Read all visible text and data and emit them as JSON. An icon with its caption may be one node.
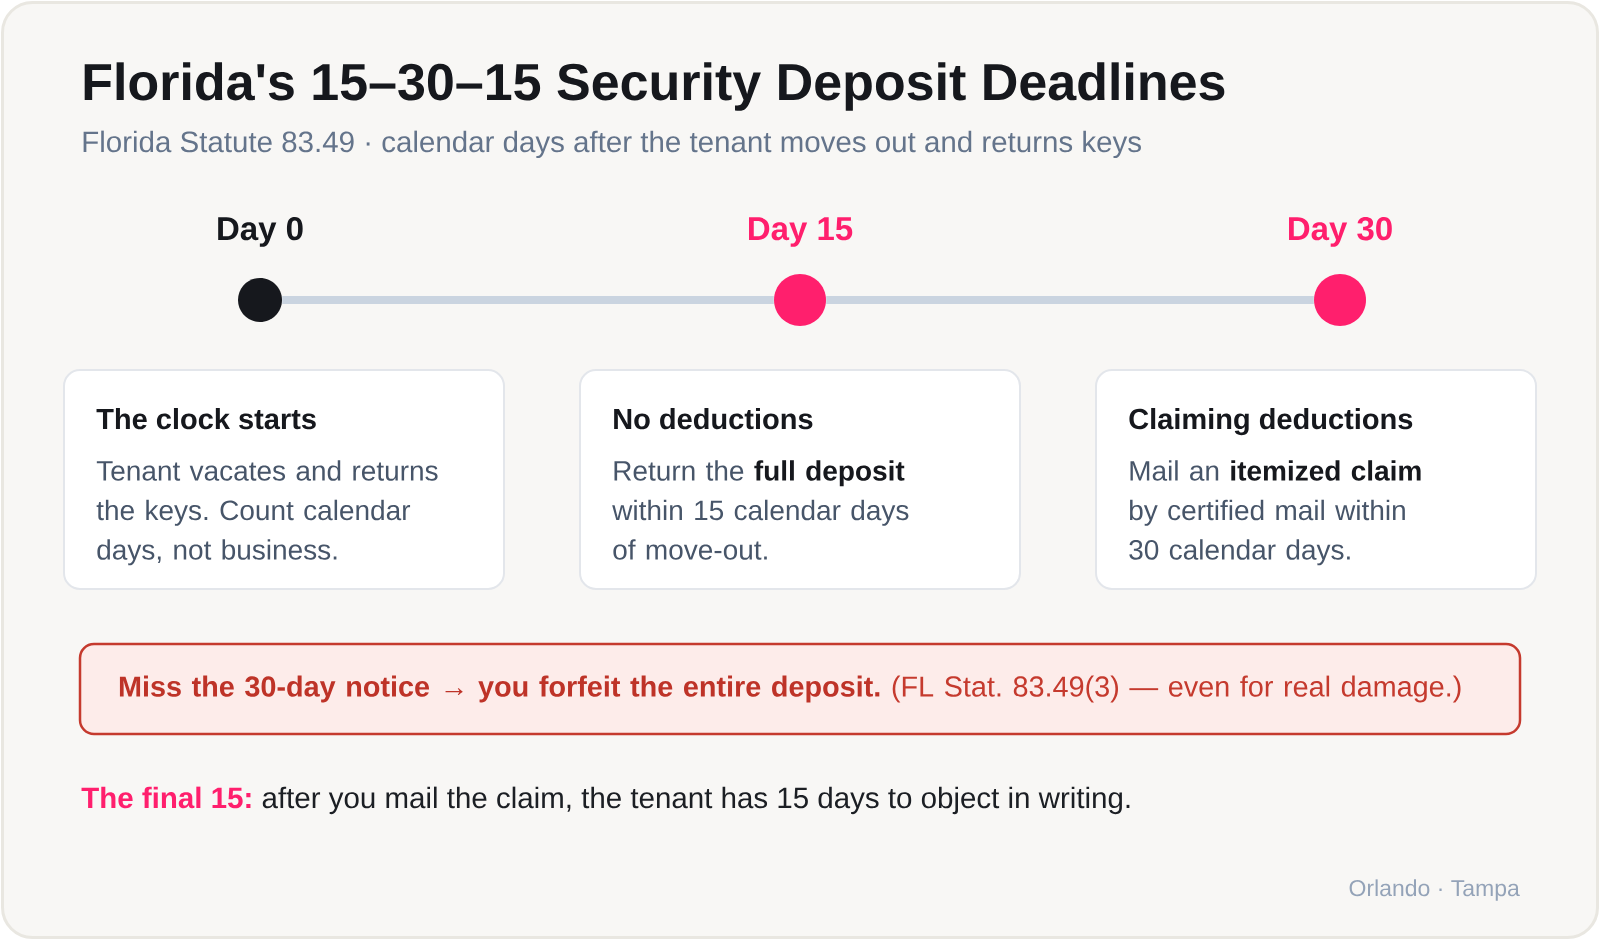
{
  "diagram": {
    "title": "Florida's 15–30–15 Security Deposit Deadlines",
    "nodes": [
      {
        "text": [
          "Day 0"
        ]
      },
      {
        "text": [
          "Day 15"
        ]
      },
      {
        "text": [
          "Day 30"
        ]
      },
      {
        "text": [
          "The clock starts",
          "Tenant vacates and returns the keys. Count calendar days, not business."
        ]
      },
      {
        "text": [
          "No deductions",
          "Return the **full deposit** within 15 calendar days of move-out."
        ]
      },
      {
        "text": [
          "Claiming deductions",
          "Mail an **itemized claim** by certified mail within 30 calendar days."
        ]
      },
      {
        "text": [
          "**Miss the 30-day notice → you forfeit the entire deposit.** (FL Stat. 83.49(3) — even for real damage.)"
        ]
      }
    ],
    "edges": [
      {
        "from": 0,
        "to": 1,
        "arrow": "none"
      },
      {
        "from": 1,
        "to": 2,
        "arrow": "none"
      }
    ],
    "labels": [
      "Florida Statute 83.49 · calendar days after the tenant moves out and returns keys",
      "**The final 15:** after you mail the claim, the tenant has 15 days to object in writing.",
      "Orlando · Tampa"
    ]
  }
}
